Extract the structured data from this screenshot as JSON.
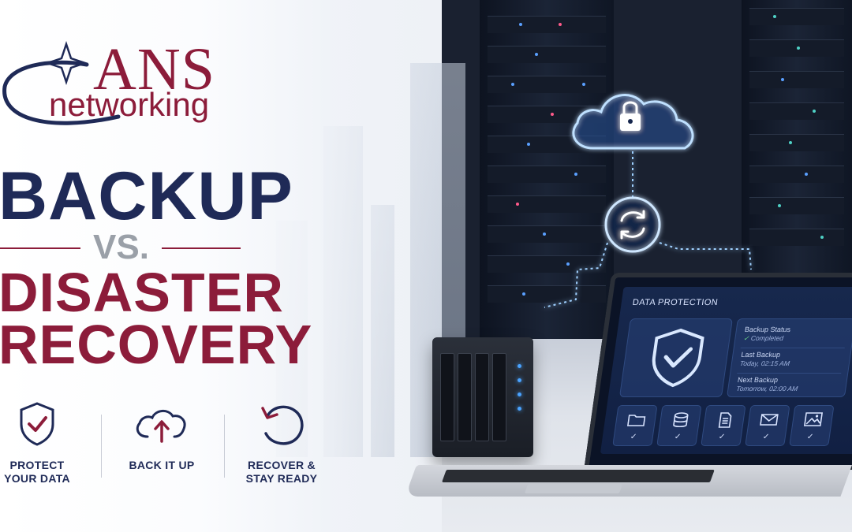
{
  "logo": {
    "brand_top": "ANS",
    "brand_bottom": "networking",
    "icon": "star-swoosh-icon"
  },
  "headline": {
    "line1": "BACKUP",
    "line2": "VS.",
    "line3": "DISASTER",
    "line4": "RECOVERY"
  },
  "features": [
    {
      "icon": "shield-check-icon",
      "line1": "PROTECT",
      "line2": "YOUR DATA"
    },
    {
      "icon": "cloud-upload-icon",
      "line1": "BACK IT UP",
      "line2": ""
    },
    {
      "icon": "recover-icon",
      "line1": "RECOVER &",
      "line2": "STAY READY"
    }
  ],
  "laptop_screen": {
    "title": "DATA PROTECTION",
    "backup_status_label": "Backup Status",
    "backup_status_value": "Completed",
    "last_backup_label": "Last Backup",
    "last_backup_value": "Today, 02:15 AM",
    "next_backup_label": "Next Backup",
    "next_backup_value": "Tomorrow, 02:00 AM",
    "tiles": [
      {
        "icon": "folder-icon",
        "check": "✓"
      },
      {
        "icon": "database-icon",
        "check": "✓"
      },
      {
        "icon": "document-icon",
        "check": "✓"
      },
      {
        "icon": "mail-icon",
        "check": "✓"
      },
      {
        "icon": "image-icon",
        "check": "✓"
      }
    ]
  },
  "colors": {
    "navy": "#1f2a57",
    "maroon": "#8c1c3a",
    "gray": "#9aa0a8",
    "glow": "#7fb8ff"
  }
}
